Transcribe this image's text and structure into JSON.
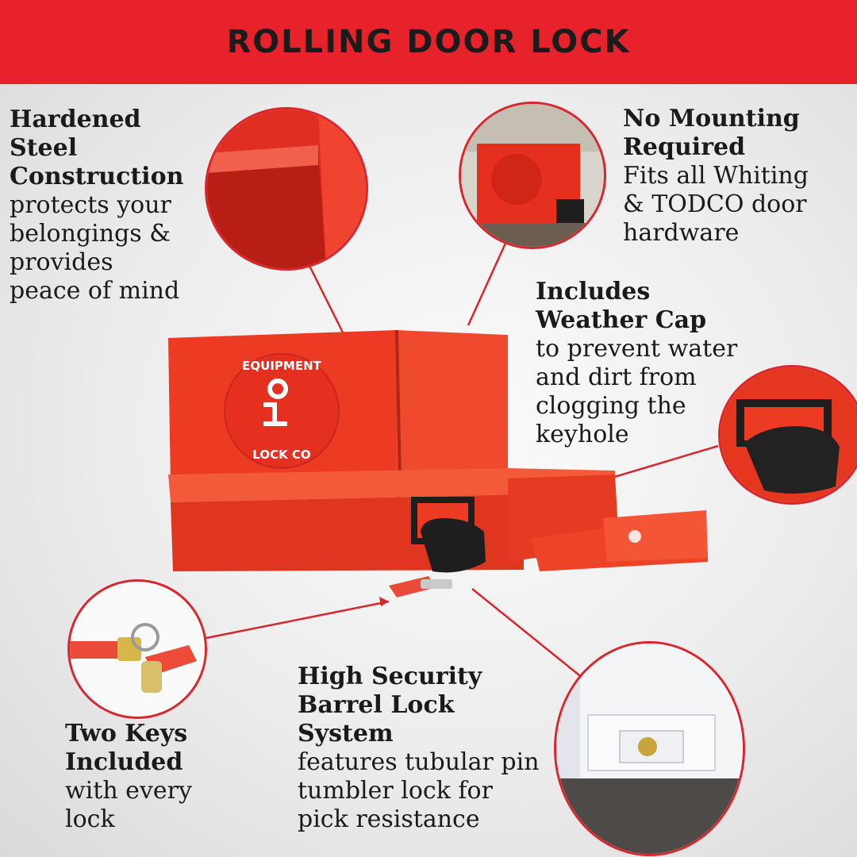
{
  "header": {
    "title": "ROLLING DOOR LOCK"
  },
  "features": {
    "steel": {
      "heading": [
        "Hardened",
        "Steel",
        "Construction"
      ],
      "body": [
        "protects your",
        "belongings &",
        "provides",
        "peace of mind"
      ]
    },
    "mounting": {
      "heading": [
        "No Mounting",
        "Required"
      ],
      "body": [
        "Fits all Whiting",
        "& TODCO door",
        "hardware"
      ]
    },
    "weather": {
      "heading": [
        "Includes",
        "Weather Cap"
      ],
      "body": [
        "to prevent water",
        "and dirt from",
        "clogging the",
        "keyhole"
      ]
    },
    "keys": {
      "heading": [
        "Two Keys",
        "Included"
      ],
      "body": [
        "with every",
        "lock"
      ]
    },
    "barrel": {
      "heading": [
        "High Security",
        "Barrel Lock",
        "System"
      ],
      "body": [
        "features tubular pin",
        "tumbler lock for",
        "pick resistance"
      ]
    }
  },
  "logo": {
    "top_text": "EQUIPMENT",
    "bottom_text": "LOCK CO"
  },
  "colors": {
    "brand_red": "#e8222b",
    "lock_red": "#ec3b22",
    "cap_black": "#1e1e1e"
  }
}
